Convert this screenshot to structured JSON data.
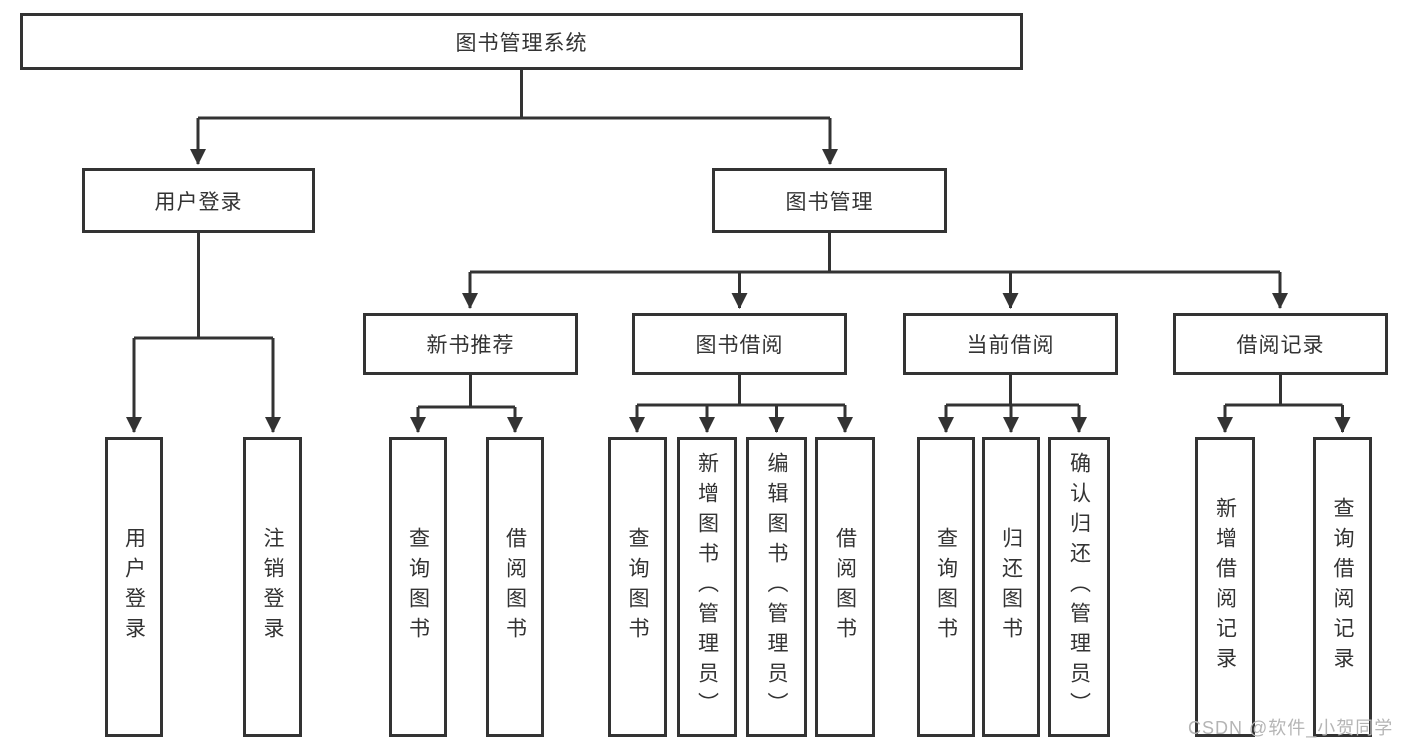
{
  "diagram": {
    "root": "图书管理系统",
    "branches": {
      "user_login": "用户登录",
      "book_mgmt": "图书管理"
    },
    "modules": {
      "new_book": "新书推荐",
      "book_borrow": "图书借阅",
      "current_borrow": "当前借阅",
      "borrow_record": "借阅记录"
    },
    "leaves": {
      "user_login": "用户登录",
      "logout": "注销登录",
      "newbook_query": "查询图书",
      "newbook_borrow": "借阅图书",
      "borrow_query": "查询图书",
      "borrow_add": "新增图书（管理员）",
      "borrow_edit": "编辑图书（管理员）",
      "borrow_borrow": "借阅图书",
      "current_query": "查询图书",
      "current_return": "归还图书",
      "current_confirm": "确认归还（管理员）",
      "record_add": "新增借阅记录",
      "record_query": "查询借阅记录"
    }
  },
  "watermark": "CSDN @软件_小贺同学",
  "colors": {
    "line": "#333333",
    "text": "#333333",
    "watermark": "#b5b5b5",
    "background": "#ffffff"
  }
}
